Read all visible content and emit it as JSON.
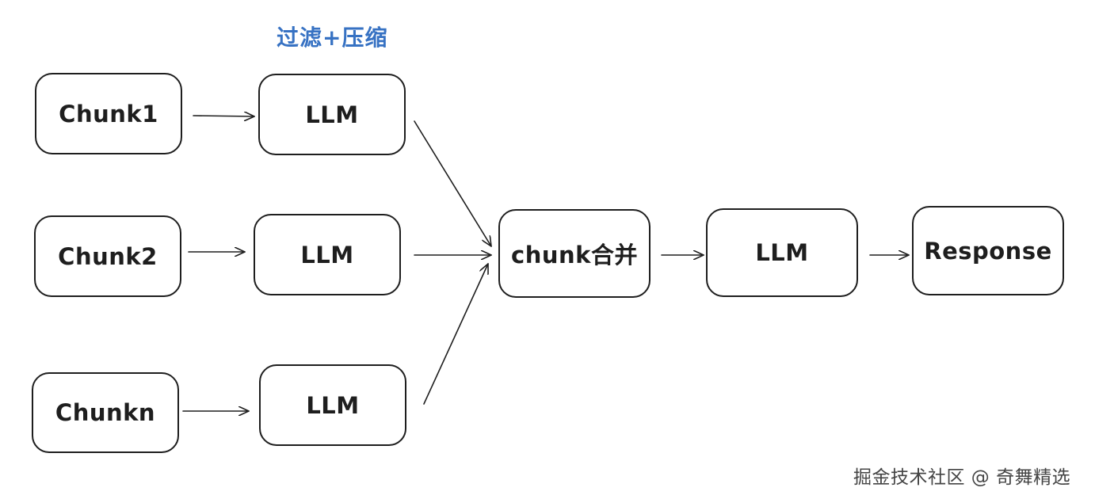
{
  "heading": "过滤+压缩",
  "nodes": {
    "chunk1": "Chunk1",
    "chunk2": "Chunk2",
    "chunkn": "Chunkn",
    "llm1": "LLM",
    "llm2": "LLM",
    "llm3": "LLM",
    "merge": "chunk合并",
    "llm_final": "LLM",
    "response": "Response"
  },
  "edges": [
    {
      "from": "chunk1",
      "to": "llm1"
    },
    {
      "from": "chunk2",
      "to": "llm2"
    },
    {
      "from": "chunkn",
      "to": "llm3"
    },
    {
      "from": "llm1",
      "to": "merge"
    },
    {
      "from": "llm2",
      "to": "merge"
    },
    {
      "from": "llm3",
      "to": "merge"
    },
    {
      "from": "merge",
      "to": "llm_final"
    },
    {
      "from": "llm_final",
      "to": "response"
    }
  ],
  "watermark": "掘金技术社区 @ 奇舞精选",
  "colors": {
    "stroke": "#1e1e1e",
    "heading": "#3772c3",
    "watermark": "#444444"
  }
}
